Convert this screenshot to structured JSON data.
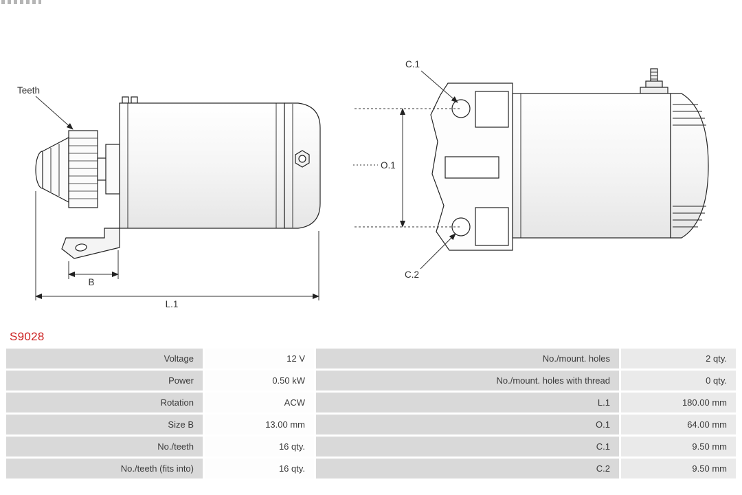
{
  "page": {
    "part_number": "S9028",
    "accent_color": "#cc1f1f"
  },
  "diagram": {
    "labels": {
      "teeth": "Teeth",
      "b": "B",
      "l1": "L.1",
      "c1": "C.1",
      "o1": "O.1",
      "c2": "C.2"
    }
  },
  "table": {
    "rows": [
      {
        "label1": "Voltage",
        "value1": "12 V",
        "label2": "No./mount. holes",
        "value2": "2 qty."
      },
      {
        "label1": "Power",
        "value1": "0.50 kW",
        "label2": "No./mount. holes with thread",
        "value2": "0 qty."
      },
      {
        "label1": "Rotation",
        "value1": "ACW",
        "label2": "L.1",
        "value2": "180.00 mm"
      },
      {
        "label1": "Size B",
        "value1": "13.00 mm",
        "label2": "O.1",
        "value2": "64.00 mm"
      },
      {
        "label1": "No./teeth",
        "value1": "16 qty.",
        "label2": "C.1",
        "value2": "9.50 mm"
      },
      {
        "label1": "No./teeth (fits into)",
        "value1": "16 qty.",
        "label2": "C.2",
        "value2": "9.50 mm"
      }
    ]
  }
}
